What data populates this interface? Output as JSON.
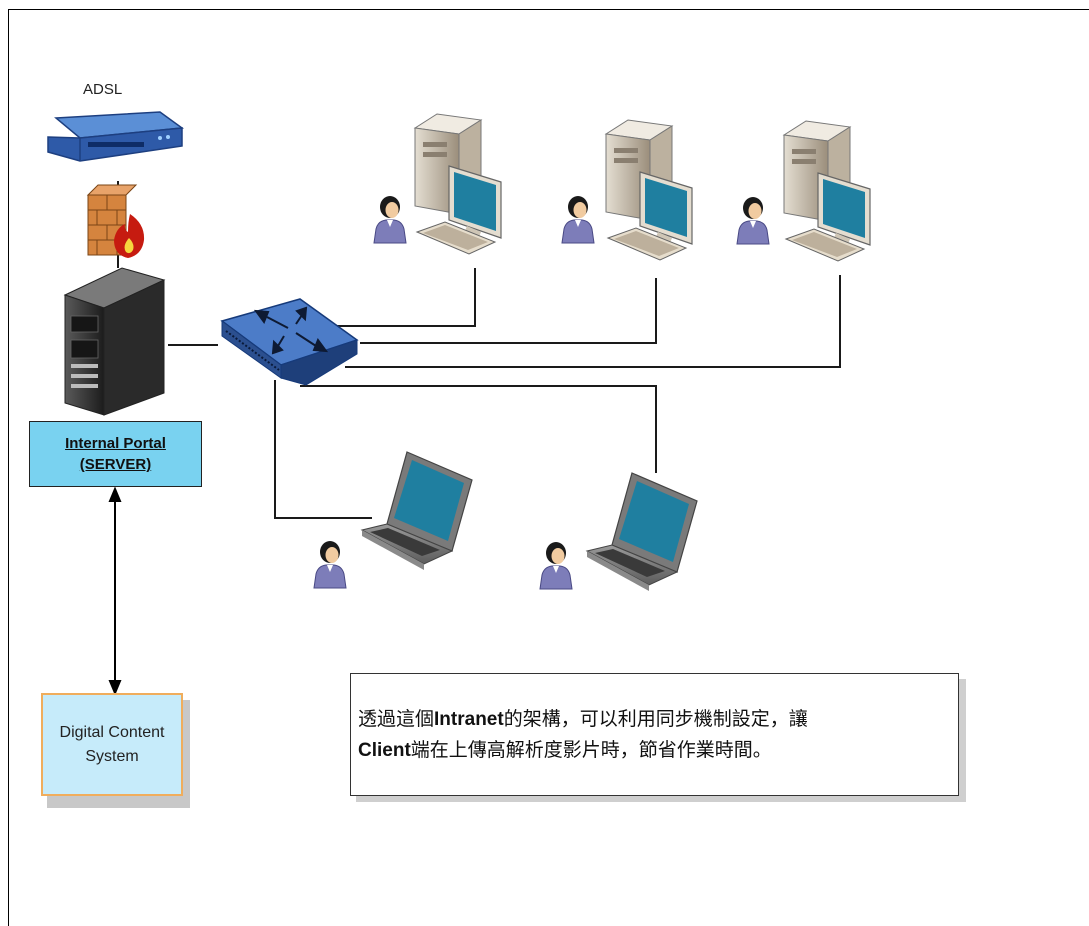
{
  "labels": {
    "adsl": "ADSL",
    "portal_line1": "Internal Portal",
    "portal_line2": "(SERVER)",
    "dcs_line1": "Digital Content",
    "dcs_line2": "System"
  },
  "note": {
    "line1_pre": "透過這個",
    "line1_bold": "Intranet",
    "line1_post": "的架構，可以利用同步機制設定，讓",
    "line2_bold": "Client",
    "line2_post": "端在上傳高解析度影片時，節省作業時間。"
  },
  "icons": [
    "adsl-modem-icon",
    "firewall-icon",
    "server-tower-icon",
    "network-switch-icon",
    "desktop-computer-icon",
    "laptop-icon",
    "user-icon"
  ],
  "colors": {
    "portal_fill": "#79d2f0",
    "dcs_fill": "#c6ebfa",
    "dcs_border": "#f0ad5c",
    "screen": "#1f7fa0",
    "switch": "#2e5aa8"
  }
}
